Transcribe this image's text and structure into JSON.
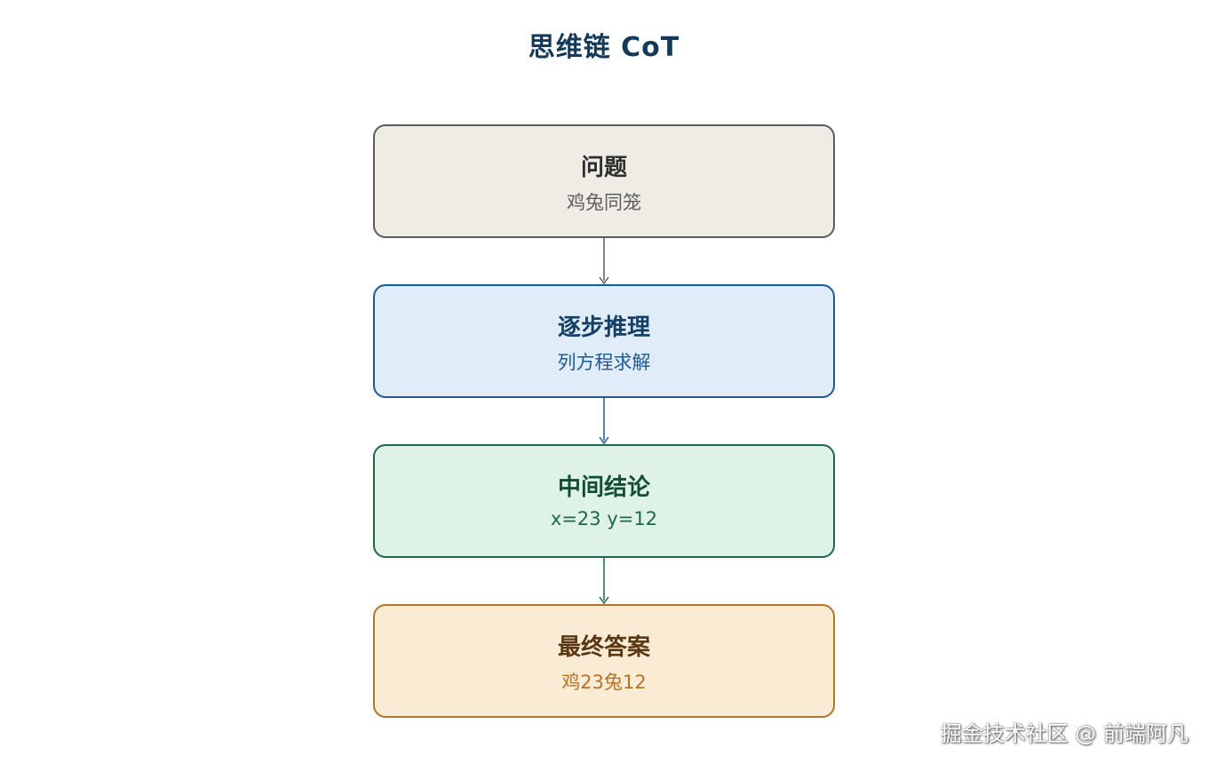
{
  "title": "思维链 CoT",
  "nodes": [
    {
      "id": "problem",
      "title": "问题",
      "subtitle": "鸡兔同笼",
      "border": "#5d5d5d",
      "fill": "#efece6"
    },
    {
      "id": "reasoning",
      "title": "逐步推理",
      "subtitle": "列方程求解",
      "border": "#1e5a96",
      "fill": "#e0ecf8"
    },
    {
      "id": "intermediate",
      "title": "中间结论",
      "subtitle": "x=23 y=12",
      "border": "#1d6848",
      "fill": "#dff2e8"
    },
    {
      "id": "answer",
      "title": "最终答案",
      "subtitle": "鸡23兔12",
      "border": "#b5742a",
      "fill": "#faebd5"
    }
  ],
  "edges": [
    {
      "from": "problem",
      "to": "reasoning",
      "color": "#5d5d5d"
    },
    {
      "from": "reasoning",
      "to": "intermediate",
      "color": "#1e5a96"
    },
    {
      "from": "intermediate",
      "to": "answer",
      "color": "#1d6848"
    }
  ],
  "watermark": "掘金技术社区 @ 前端阿凡"
}
